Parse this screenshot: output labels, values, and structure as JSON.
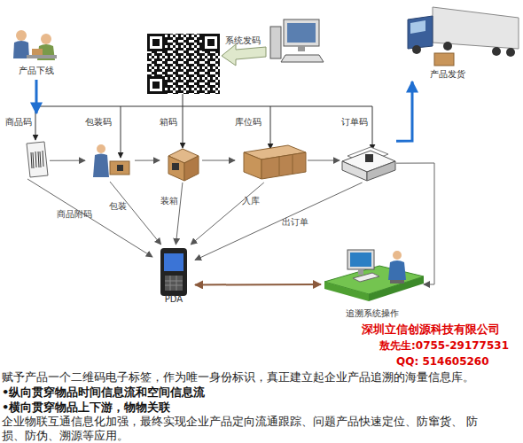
{
  "diagram": {
    "nodes": [
      {
        "text": [
          "产品下线"
        ]
      },
      {
        "text": [
          "系统发码"
        ]
      },
      {
        "text": [
          "产品发货"
        ]
      },
      {
        "text": [
          "商品码"
        ]
      },
      {
        "text": [
          "包装码"
        ]
      },
      {
        "text": [
          "箱码"
        ]
      },
      {
        "text": [
          "库位码"
        ]
      },
      {
        "text": [
          "订单码"
        ]
      },
      {
        "text": [
          "PDA"
        ]
      },
      {
        "text": [
          "追溯系统操作"
        ]
      }
    ],
    "edges": [
      {
        "from": 0,
        "to": 3,
        "arrow": "to"
      },
      {
        "from": 3,
        "to": 4,
        "arrow": "to"
      },
      {
        "from": 4,
        "to": 5,
        "arrow": "to"
      },
      {
        "from": 5,
        "to": 6,
        "arrow": "to"
      },
      {
        "from": 6,
        "to": 7,
        "arrow": "to"
      },
      {
        "from": 7,
        "to": 2,
        "arrow": "to"
      },
      {
        "from": 3,
        "to": 8,
        "label": "商品附码",
        "arrow": "to"
      },
      {
        "from": 4,
        "to": 8,
        "label": "包装",
        "arrow": "to"
      },
      {
        "from": 5,
        "to": 8,
        "label": "装箱",
        "arrow": "to"
      },
      {
        "from": 6,
        "to": 8,
        "label": "入库",
        "arrow": "to"
      },
      {
        "from": 7,
        "to": 8,
        "label": "出订单",
        "arrow": "to"
      },
      {
        "from": 8,
        "to": 9,
        "arrow": "both"
      },
      {
        "from": 7,
        "to": 9,
        "arrow": "to"
      }
    ],
    "labels": [
      "深圳立信创源科技有限公司",
      "敖先生:0755-29177531",
      "QQ: 514605260",
      "赋予产品一个二维码电子标签，作为唯一身份标识，真正建立起企业产品追溯的海量信息库。",
      "•纵向贯穿物品时间信息流和空间信息流",
      "•横向贯穿物品上下游，物物关联",
      "企业物联互通信息化加强，最终实现企业产品定向流通跟踪、问题产品快速定位、防窜货、 防损、防伪、溯源等应用。"
    ]
  }
}
